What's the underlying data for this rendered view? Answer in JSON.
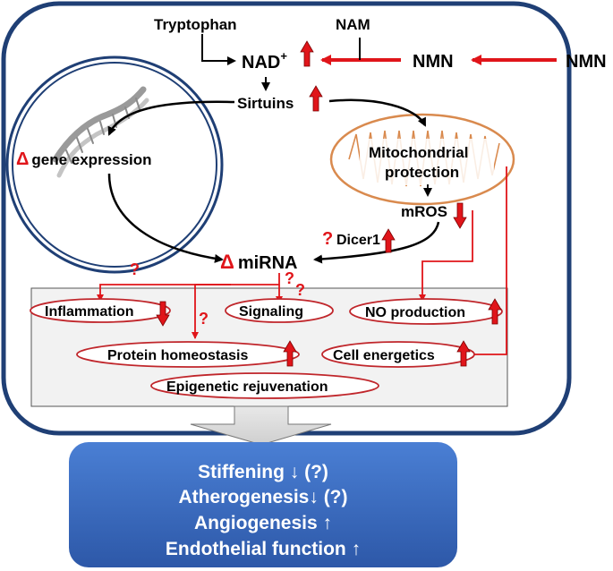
{
  "precursors": {
    "tryptophan": "Tryptophan",
    "nam": "NAM",
    "nmn_inner": "NMN",
    "nmn_outer": "NMN"
  },
  "nad": {
    "base": "NAD",
    "sup": "+"
  },
  "sirtuins": "Sirtuins",
  "nucleus": {
    "delta": "Δ",
    "label": "gene expression"
  },
  "mitochondria": {
    "line1": "Mitochondrial",
    "line2": "protection",
    "mros": "mROS"
  },
  "dicer": {
    "question": "?",
    "label": "Dicer1"
  },
  "mirna": {
    "delta": "Δ",
    "label": "miRNA"
  },
  "effects": {
    "inflammation": "Inflammation",
    "signaling": "Signaling",
    "no_production": "NO production",
    "protein_homeostasis": "Protein homeostasis",
    "cell_energetics": "Cell energetics",
    "epigenetic": "Epigenetic rejuvenation"
  },
  "question_mark": "?",
  "outcomes": [
    "Stiffening ↓  (?)",
    "Atherogenesis↓ (?)",
    "Angiogenesis ↑",
    "Endothelial function ↑"
  ],
  "colors": {
    "cell_border": "#1f3f75",
    "red": "#e0151a",
    "mito": "#d98a4e",
    "outcome_fill": "#3868c0",
    "effects_panel": "#f2f2f2"
  }
}
